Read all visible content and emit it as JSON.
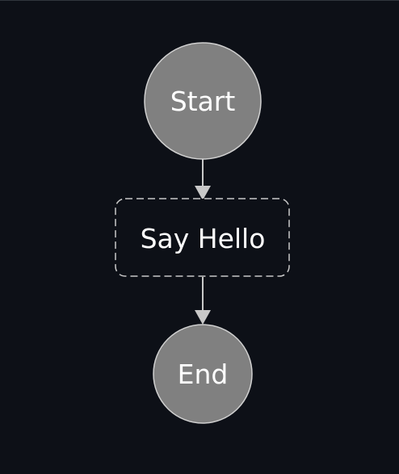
{
  "diagram": {
    "nodes": [
      {
        "id": "start",
        "label": "Start",
        "shape": "circle"
      },
      {
        "id": "say_hello",
        "label": "Say Hello",
        "shape": "dashed-rounded-rect"
      },
      {
        "id": "end",
        "label": "End",
        "shape": "circle"
      }
    ],
    "edges": [
      {
        "from": "start",
        "to": "say_hello"
      },
      {
        "from": "say_hello",
        "to": "end"
      }
    ],
    "colors": {
      "background": "#0d1017",
      "circle_fill": "#808080",
      "circle_stroke": "#d0d0d0",
      "rect_fill": "#0d1017",
      "rect_stroke": "#c8c8c8",
      "edge": "#c8c8c8",
      "text": "#ffffff"
    }
  }
}
